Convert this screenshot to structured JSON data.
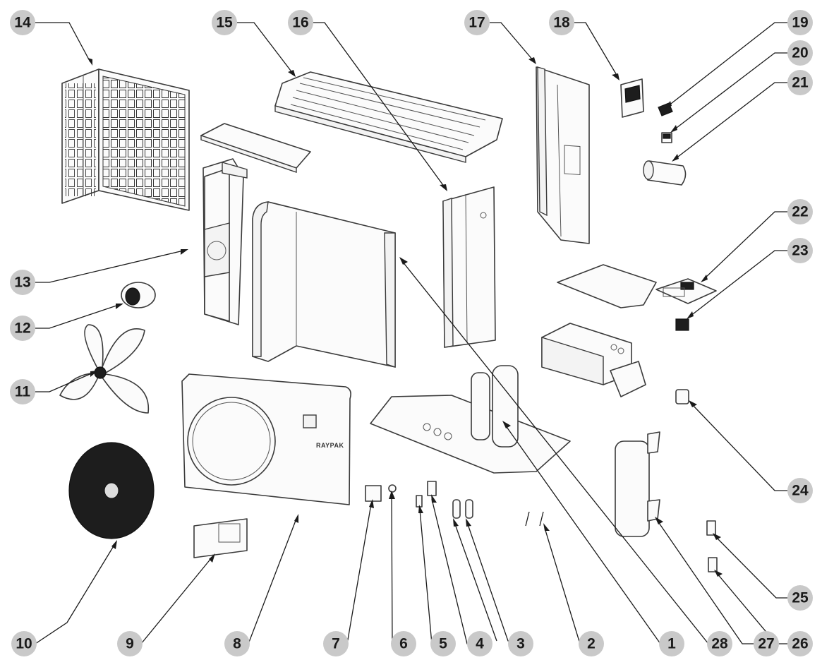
{
  "diagram": {
    "type": "exploded-parts-view",
    "callout_labels": [
      "1",
      "2",
      "3",
      "4",
      "5",
      "6",
      "7",
      "8",
      "9",
      "10",
      "11",
      "12",
      "13",
      "14",
      "15",
      "16",
      "17",
      "18",
      "19",
      "20",
      "21",
      "22",
      "23",
      "24",
      "25",
      "26",
      "27",
      "28"
    ],
    "front_panel_logo": "RAYPAK",
    "colors": {
      "line": "#3a3a3a",
      "callout_fill": "#c9c9c9",
      "text": "#1a1a1a"
    }
  }
}
